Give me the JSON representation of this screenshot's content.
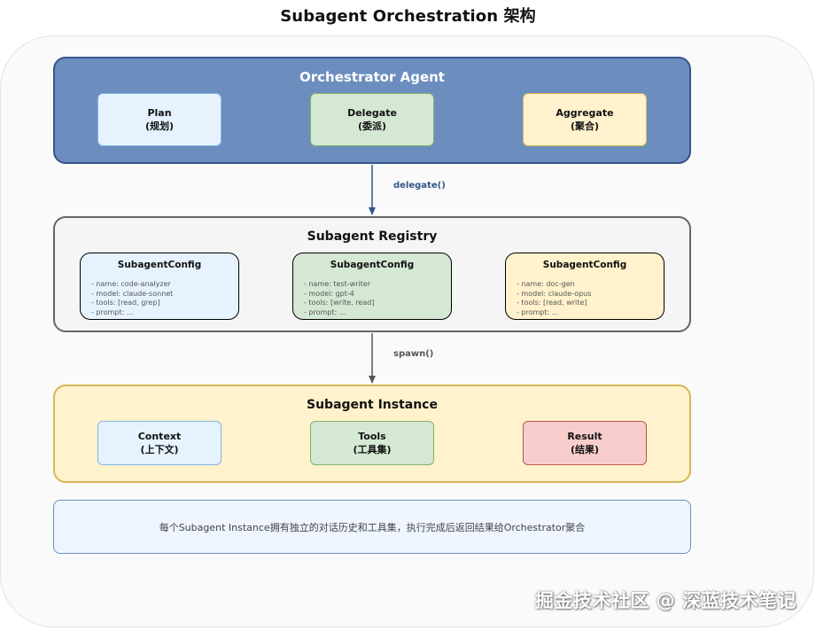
{
  "title": "Subagent Orchestration 架构",
  "orchestrator": {
    "title": "Orchestrator Agent",
    "steps": [
      {
        "name": "Plan",
        "sub": "(规划)"
      },
      {
        "name": "Delegate",
        "sub": "(委派)"
      },
      {
        "name": "Aggregate",
        "sub": "(聚合)"
      }
    ]
  },
  "connectors": {
    "delegate": "delegate()",
    "spawn": "spawn()"
  },
  "registry": {
    "title": "Subagent Registry",
    "configs": [
      {
        "title": "SubagentConfig",
        "fields": [
          "- name: code-analyzer",
          "- model: claude-sonnet",
          "- tools: [read, grep]",
          "- prompt: ..."
        ]
      },
      {
        "title": "SubagentConfig",
        "fields": [
          "- name: test-writer",
          "- model: gpt-4",
          "- tools: [write, read]",
          "- prompt: ..."
        ]
      },
      {
        "title": "SubagentConfig",
        "fields": [
          "- name: doc-gen",
          "- model: claude-opus",
          "- tools: [read, write]",
          "- prompt: ..."
        ]
      }
    ]
  },
  "instance": {
    "title": "Subagent Instance",
    "parts": [
      {
        "name": "Context",
        "sub": "(上下文)"
      },
      {
        "name": "Tools",
        "sub": "(工具集)"
      },
      {
        "name": "Result",
        "sub": "(结果)"
      }
    ]
  },
  "note": "每个Subagent Instance拥有独立的对话历史和工具集，执行完成后返回结果给Orchestrator聚合",
  "watermark": "掘金技术社区 @ 深蓝技术笔记",
  "colors": {
    "orchestrator_fill": "#6c8ebf",
    "orchestrator_border": "#34558a",
    "blue_fill": "#e6f3ff",
    "green_fill": "#d5e8d4",
    "yellow_fill": "#fff2cc",
    "red_fill": "#f8cecc",
    "delegate_label": "#34558a",
    "spawn_label": "#555555"
  }
}
